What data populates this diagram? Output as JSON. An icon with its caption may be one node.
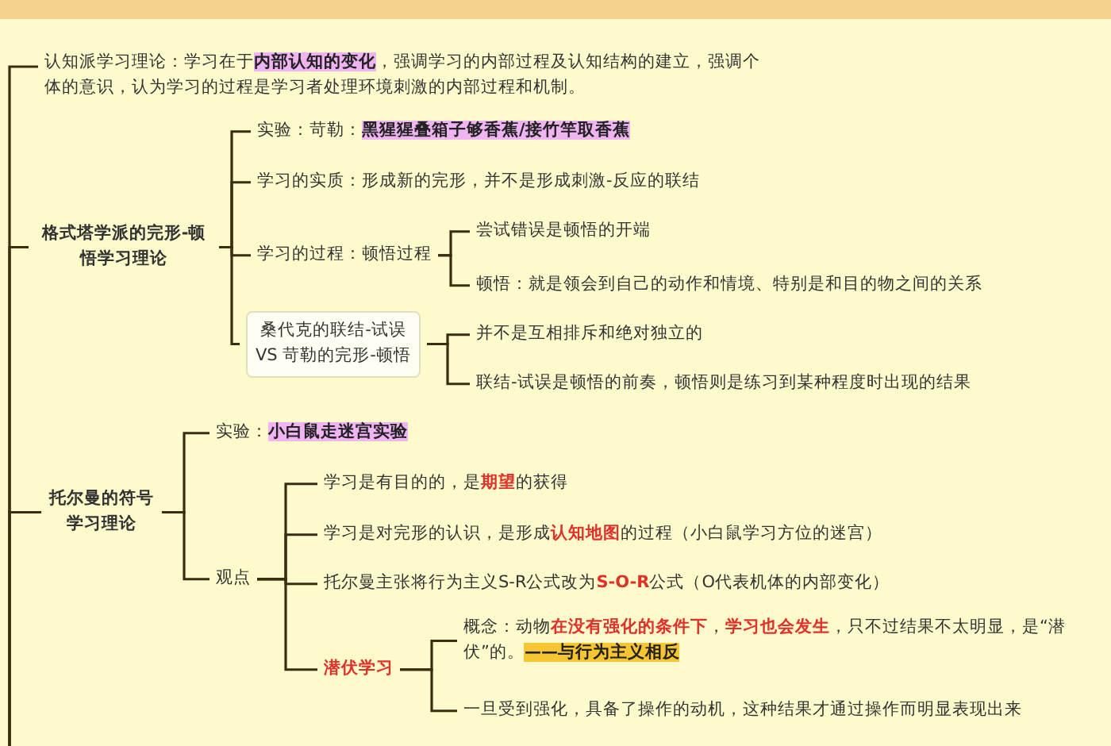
{
  "diagram": {
    "nodes": [
      {
        "text": [
          "认知派学习理论：学习在于**内部认知的变化**，强调学习的内部过程及认知结构的建立，强调个体的意识，认为学习的过程是学习者处理环境刺激的内部过程和机制。"
        ]
      },
      {
        "text": [
          "格式塔学派的完形-顿悟学习理论"
        ]
      },
      {
        "text": [
          "实验：苛勒：**黑猩猩叠箱子够香蕉/接竹竿取香蕉**"
        ]
      },
      {
        "text": [
          "学习的实质：形成新的完形，并不是形成刺激-反应的联结"
        ]
      },
      {
        "text": [
          "学习的过程：顿悟过程"
        ]
      },
      {
        "text": [
          "尝试错误是顿悟的开端"
        ]
      },
      {
        "text": [
          "顿悟：就是领会到自己的动作和情境、特别是和目的物之间的关系"
        ]
      },
      {
        "text": [
          "桑代克的联结-试误 VS 苛勒的完形-顿悟"
        ]
      },
      {
        "text": [
          "并不是互相排斥和绝对独立的"
        ]
      },
      {
        "text": [
          "联结-试误是顿悟的前奏，顿悟则是练习到某种程度时出现的结果"
        ]
      },
      {
        "text": [
          "托尔曼的符号学习理论"
        ]
      },
      {
        "text": [
          "实验：**小白鼠走迷宫实验**"
        ]
      },
      {
        "text": [
          "观点"
        ]
      },
      {
        "text": [
          "学习是有目的的，是**期望**的获得"
        ]
      },
      {
        "text": [
          "学习是对完形的认识，是形成**认知地图**的过程（小白鼠学习方位的迷宫）"
        ]
      },
      {
        "text": [
          "托尔曼主张将行为主义S-R公式改为**S-O-R**公式（O代表机体的内部变化）"
        ]
      },
      {
        "text": [
          "潜伏学习"
        ]
      },
      {
        "text": [
          "概念：动物**在没有强化的条件下**，**学习也会发生**，只不过结果不太明显，是“潜伏”的。**——与行为主义相反**"
        ]
      },
      {
        "text": [
          "一旦受到强化，具备了操作的动机，这种结果才通过操作而明显表现出来"
        ]
      }
    ],
    "edges": [
      {
        "from": null,
        "to": 0,
        "arrow": "none"
      },
      {
        "from": null,
        "to": 1,
        "arrow": "none"
      },
      {
        "from": null,
        "to": 10,
        "arrow": "none"
      },
      {
        "from": 1,
        "to": 2,
        "arrow": "none"
      },
      {
        "from": 1,
        "to": 3,
        "arrow": "none"
      },
      {
        "from": 1,
        "to": 4,
        "arrow": "none"
      },
      {
        "from": 1,
        "to": 7,
        "arrow": "none"
      },
      {
        "from": 4,
        "to": 5,
        "arrow": "none"
      },
      {
        "from": 4,
        "to": 6,
        "arrow": "none"
      },
      {
        "from": 7,
        "to": 8,
        "arrow": "none"
      },
      {
        "from": 7,
        "to": 9,
        "arrow": "none"
      },
      {
        "from": 10,
        "to": 11,
        "arrow": "none"
      },
      {
        "from": 10,
        "to": 12,
        "arrow": "none"
      },
      {
        "from": 12,
        "to": 13,
        "arrow": "none"
      },
      {
        "from": 12,
        "to": 14,
        "arrow": "none"
      },
      {
        "from": 12,
        "to": 15,
        "arrow": "none"
      },
      {
        "from": 12,
        "to": 16,
        "arrow": "none"
      },
      {
        "from": 16,
        "to": 17,
        "arrow": "none"
      },
      {
        "from": 16,
        "to": 18,
        "arrow": "none"
      }
    ]
  }
}
